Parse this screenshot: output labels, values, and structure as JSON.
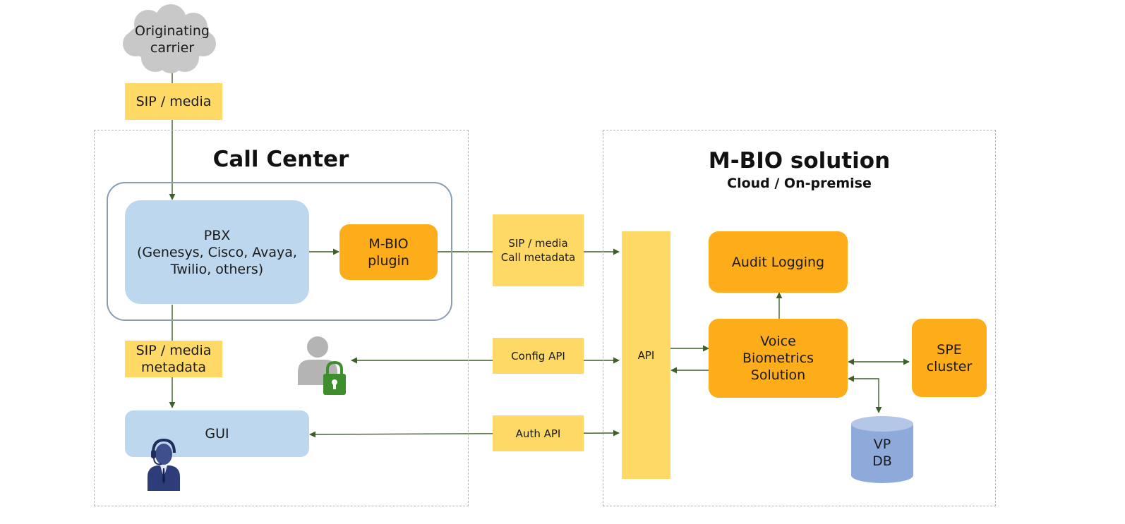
{
  "nodes": {
    "cloud": "Originating\ncarrier",
    "sip_media_top": "SIP / media",
    "pbx": "PBX\n(Genesys, Cisco, Avaya,\nTwilio, others)",
    "mbio_plugin": "M-BIO\nplugin",
    "sip_media_metadata": "SIP / media\nmetadata",
    "gui": "GUI",
    "sip_call_metadata": "SIP / media\nCall metadata",
    "config_api": "Config API",
    "auth_api": "Auth API",
    "api": "API",
    "audit_logging": "Audit Logging",
    "voice_biometrics": "Voice\nBiometrics\nSolution",
    "spe_cluster": "SPE\ncluster",
    "vp_db": "VP\nDB"
  },
  "regions": {
    "call_center": {
      "title": "Call Center"
    },
    "mbio_solution": {
      "title": "M-BIO solution",
      "subtitle": "Cloud / On-premise"
    }
  },
  "icons": {
    "admin": "admin-lock-icon",
    "agent": "call-agent-headset-icon"
  },
  "colors": {
    "blue_box": "#bdd7ee",
    "orange_box": "#fdac1a",
    "yellow_label": "#ffd966",
    "arrow": "#3f5f2a",
    "cloud": "#c8c8c8",
    "db": "#8eaadb",
    "lock": "#3e8e2e"
  }
}
